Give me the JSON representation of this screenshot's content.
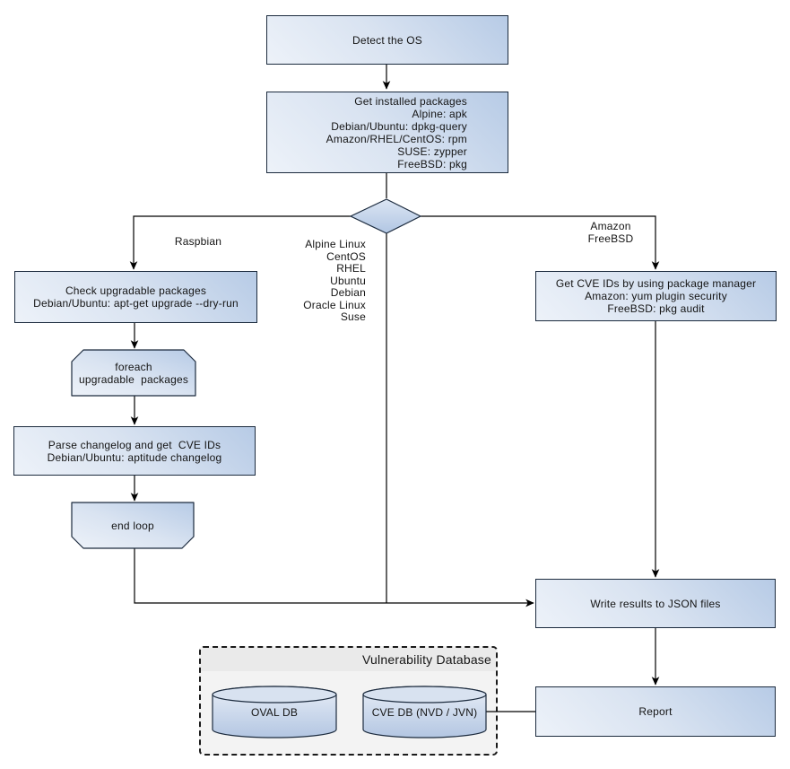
{
  "diagram": {
    "nodes": {
      "detect_os": {
        "label": "Detect the OS"
      },
      "get_installed_packages": {
        "label": "Get installed packages\nAlpine: apk\nDebian/Ubuntu: dpkg-query\nAmazon/RHEL/CentOS: rpm\nSUSE: zypper\nFreeBSD: pkg"
      },
      "check_upgradable": {
        "label": "Check upgradable packages\nDebian/Ubuntu: apt-get upgrade --dry-run"
      },
      "foreach_loop_start": {
        "label": "foreach\nupgradable  packages"
      },
      "parse_changelog": {
        "label": "Parse changelog and get  CVE IDs\nDebian/Ubuntu: aptitude changelog"
      },
      "end_loop": {
        "label": "end loop"
      },
      "get_cve_ids": {
        "label": "Get CVE IDs by using package manager\nAmazon: yum plugin security\nFreeBSD: pkg audit"
      },
      "write_results": {
        "label": "Write results to JSON files"
      },
      "report": {
        "label": "Report"
      },
      "oval_db": {
        "label": "OVAL DB"
      },
      "cve_db": {
        "label": "CVE DB (NVD / JVN)"
      }
    },
    "container": {
      "title": "Vulnerability Database"
    },
    "edge_labels": {
      "raspbian": "Raspbian",
      "middle_os_list": "Alpine Linux\nCentOS\nRHEL\nUbuntu\nDebian\nOracle Linux\nSuse",
      "amazon_freebsd": "Amazon\nFreeBSD"
    },
    "colors": {
      "node_fill_dark": "#b7cbe6",
      "node_fill_light": "#edf2f9",
      "node_border": "#1c2b3e",
      "diamond_fill_top": "#dbe5f3",
      "diamond_fill_bottom": "#b1c6e3",
      "cylinder_top_fill": "#d8e2f0",
      "container_fill": "#f3f3f3",
      "container_header_fill": "#eaeaea",
      "connector": "#000000",
      "text": "#141414"
    }
  }
}
